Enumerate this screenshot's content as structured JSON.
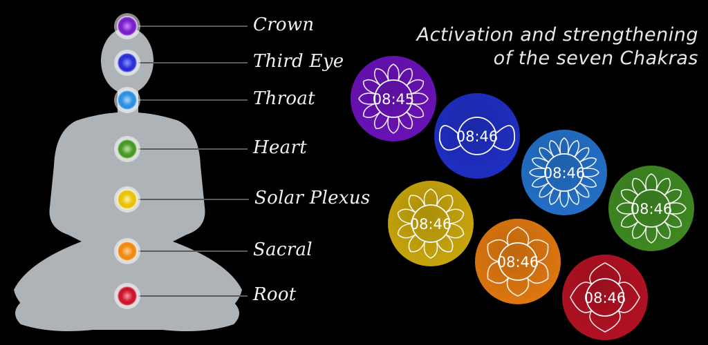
{
  "tagline": {
    "line1": "Activation and strengthening",
    "line2": "of the seven Chakras"
  },
  "chakras": [
    {
      "name": "Crown",
      "color": "#7b1fc9",
      "glow": "#c98bff",
      "icon": "crown-chakra-lotus-icon"
    },
    {
      "name": "Third Eye",
      "color": "#2a2fd6",
      "glow": "#8f95ff",
      "icon": "third-eye-chakra-icon"
    },
    {
      "name": "Throat",
      "color": "#2f8fe0",
      "glow": "#a9dcff",
      "icon": "throat-chakra-lotus-icon"
    },
    {
      "name": "Heart",
      "color": "#4a9a28",
      "glow": "#bfe8a3",
      "icon": "heart-chakra-lotus-icon"
    },
    {
      "name": "Solar Plexus",
      "color": "#e8c20a",
      "glow": "#fff3a0",
      "icon": "solar-plexus-chakra-lotus-icon"
    },
    {
      "name": "Sacral",
      "color": "#ef8a15",
      "glow": "#ffd19a",
      "icon": "sacral-chakra-lotus-icon"
    },
    {
      "name": "Root",
      "color": "#c9162b",
      "glow": "#ff9aa5",
      "icon": "root-chakra-lotus-icon"
    }
  ],
  "timers": [
    {
      "time": "08:45",
      "color": "#6a12b8",
      "icon": "crown-chakra-lotus-icon"
    },
    {
      "time": "08:46",
      "color": "#1f2fc4",
      "icon": "third-eye-chakra-icon"
    },
    {
      "time": "08:46",
      "color": "#2470c8",
      "icon": "throat-chakra-lotus-icon"
    },
    {
      "time": "08:46",
      "color": "#3f8a22",
      "icon": "heart-chakra-lotus-icon"
    },
    {
      "time": "08:46",
      "color": "#c9a70c",
      "icon": "solar-plexus-chakra-lotus-icon"
    },
    {
      "time": "08:46",
      "color": "#e07810",
      "icon": "sacral-chakra-lotus-icon"
    },
    {
      "time": "08:46",
      "color": "#b31223",
      "icon": "root-chakra-lotus-icon"
    }
  ],
  "silhouette_color": "#aeb3b8"
}
